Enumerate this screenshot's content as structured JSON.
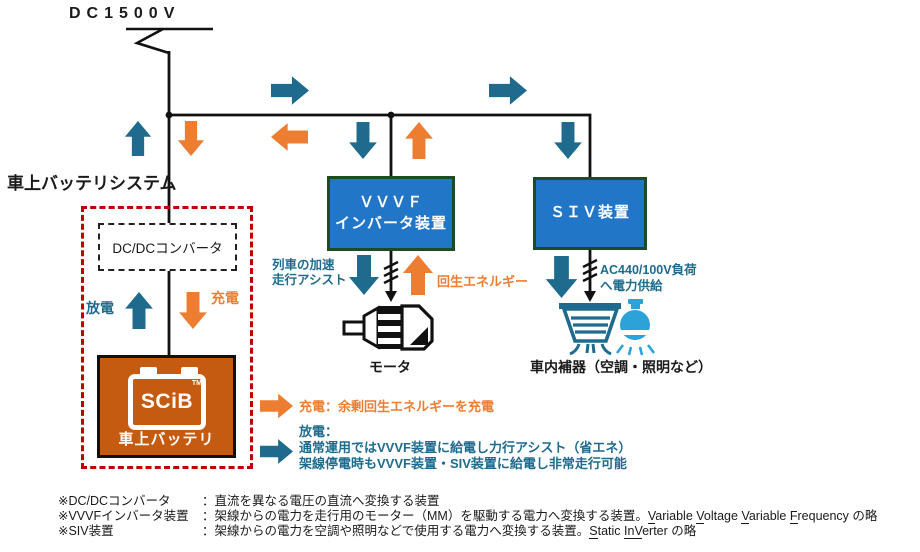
{
  "colors": {
    "arrow_blue": "#1e6b8e",
    "arrow_orange": "#ed7d31",
    "device_box_blue": "#2176c7",
    "device_box_border_green": "#1f4a26",
    "battery_orange": "#c55a11",
    "dashed_red": "#c00000",
    "bulb_light_blue": "#2ca3d8",
    "wire_black": "#111111"
  },
  "header": {
    "dc_label": "DC1500V",
    "system_label": "車上バッテリシステム"
  },
  "nodes": {
    "dcdc": {
      "label": "DC/DCコンバータ"
    },
    "vvvf": {
      "label": "ＶＶＶＦ\nインバータ装置"
    },
    "siv": {
      "label": "ＳＩＶ装置"
    },
    "battery": {
      "brand": "SCiB",
      "tm": "TM",
      "label": "車上バッテリ"
    },
    "motor": {
      "label": "モータ"
    },
    "appliances": {
      "label": "車内補器（空調・照明など）"
    }
  },
  "annotations": {
    "discharge": "放電",
    "charge": "充電",
    "train_assist": "列車の加速\n走行アシスト",
    "regen": "回生エネルギー",
    "ac_load": "AC440/100V負荷\nへ電力供給"
  },
  "legend": {
    "charge": "充電：余剰回生エネルギーを充電",
    "discharge": "放電：\n通常運用ではVVVF装置に給電し力行アシスト（省エネ）\n架線停電時もVVVF装置・SIV装置に給電し非常走行可能"
  },
  "footnotes": {
    "rows": [
      {
        "term": "※DC/DCコンバータ",
        "desc_runs": [
          {
            "t": "：直流を異なる電圧の直流へ変換する装置"
          }
        ]
      },
      {
        "term": "※VVVFインバータ装置",
        "desc_runs": [
          {
            "t": "：架線からの電力を走行用のモーター（MM）を駆動する電力へ変換する装置。"
          },
          {
            "t": "V",
            "u": 1
          },
          {
            "t": "ariable "
          },
          {
            "t": "V",
            "u": 1
          },
          {
            "t": "oltage "
          },
          {
            "t": "V",
            "u": 1
          },
          {
            "t": "ariable "
          },
          {
            "t": "F",
            "u": 1
          },
          {
            "t": "requency の略"
          }
        ]
      },
      {
        "term": "※SIV装置",
        "desc_runs": [
          {
            "t": "：架線からの電力を空調や照明などで使用する電力へ変換する装置。"
          },
          {
            "t": "S",
            "u": 1
          },
          {
            "t": "tatic "
          },
          {
            "t": "InV",
            "u": 1
          },
          {
            "t": "erter の略"
          }
        ]
      }
    ]
  }
}
